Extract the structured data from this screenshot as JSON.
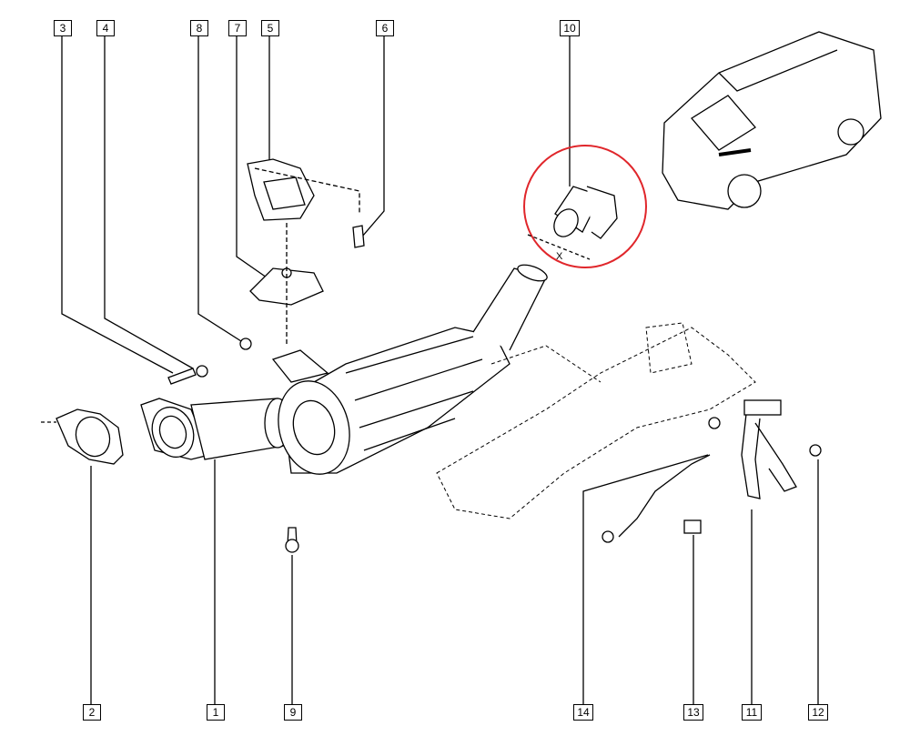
{
  "callouts_top": [
    "3",
    "4",
    "8",
    "7",
    "5",
    "6",
    "10"
  ],
  "callouts_bottom": [
    "2",
    "1",
    "9",
    "14",
    "13",
    "11",
    "12"
  ],
  "detail_label": "X",
  "colors": {
    "highlight_circle": "#e0262b",
    "line": "#000000"
  }
}
